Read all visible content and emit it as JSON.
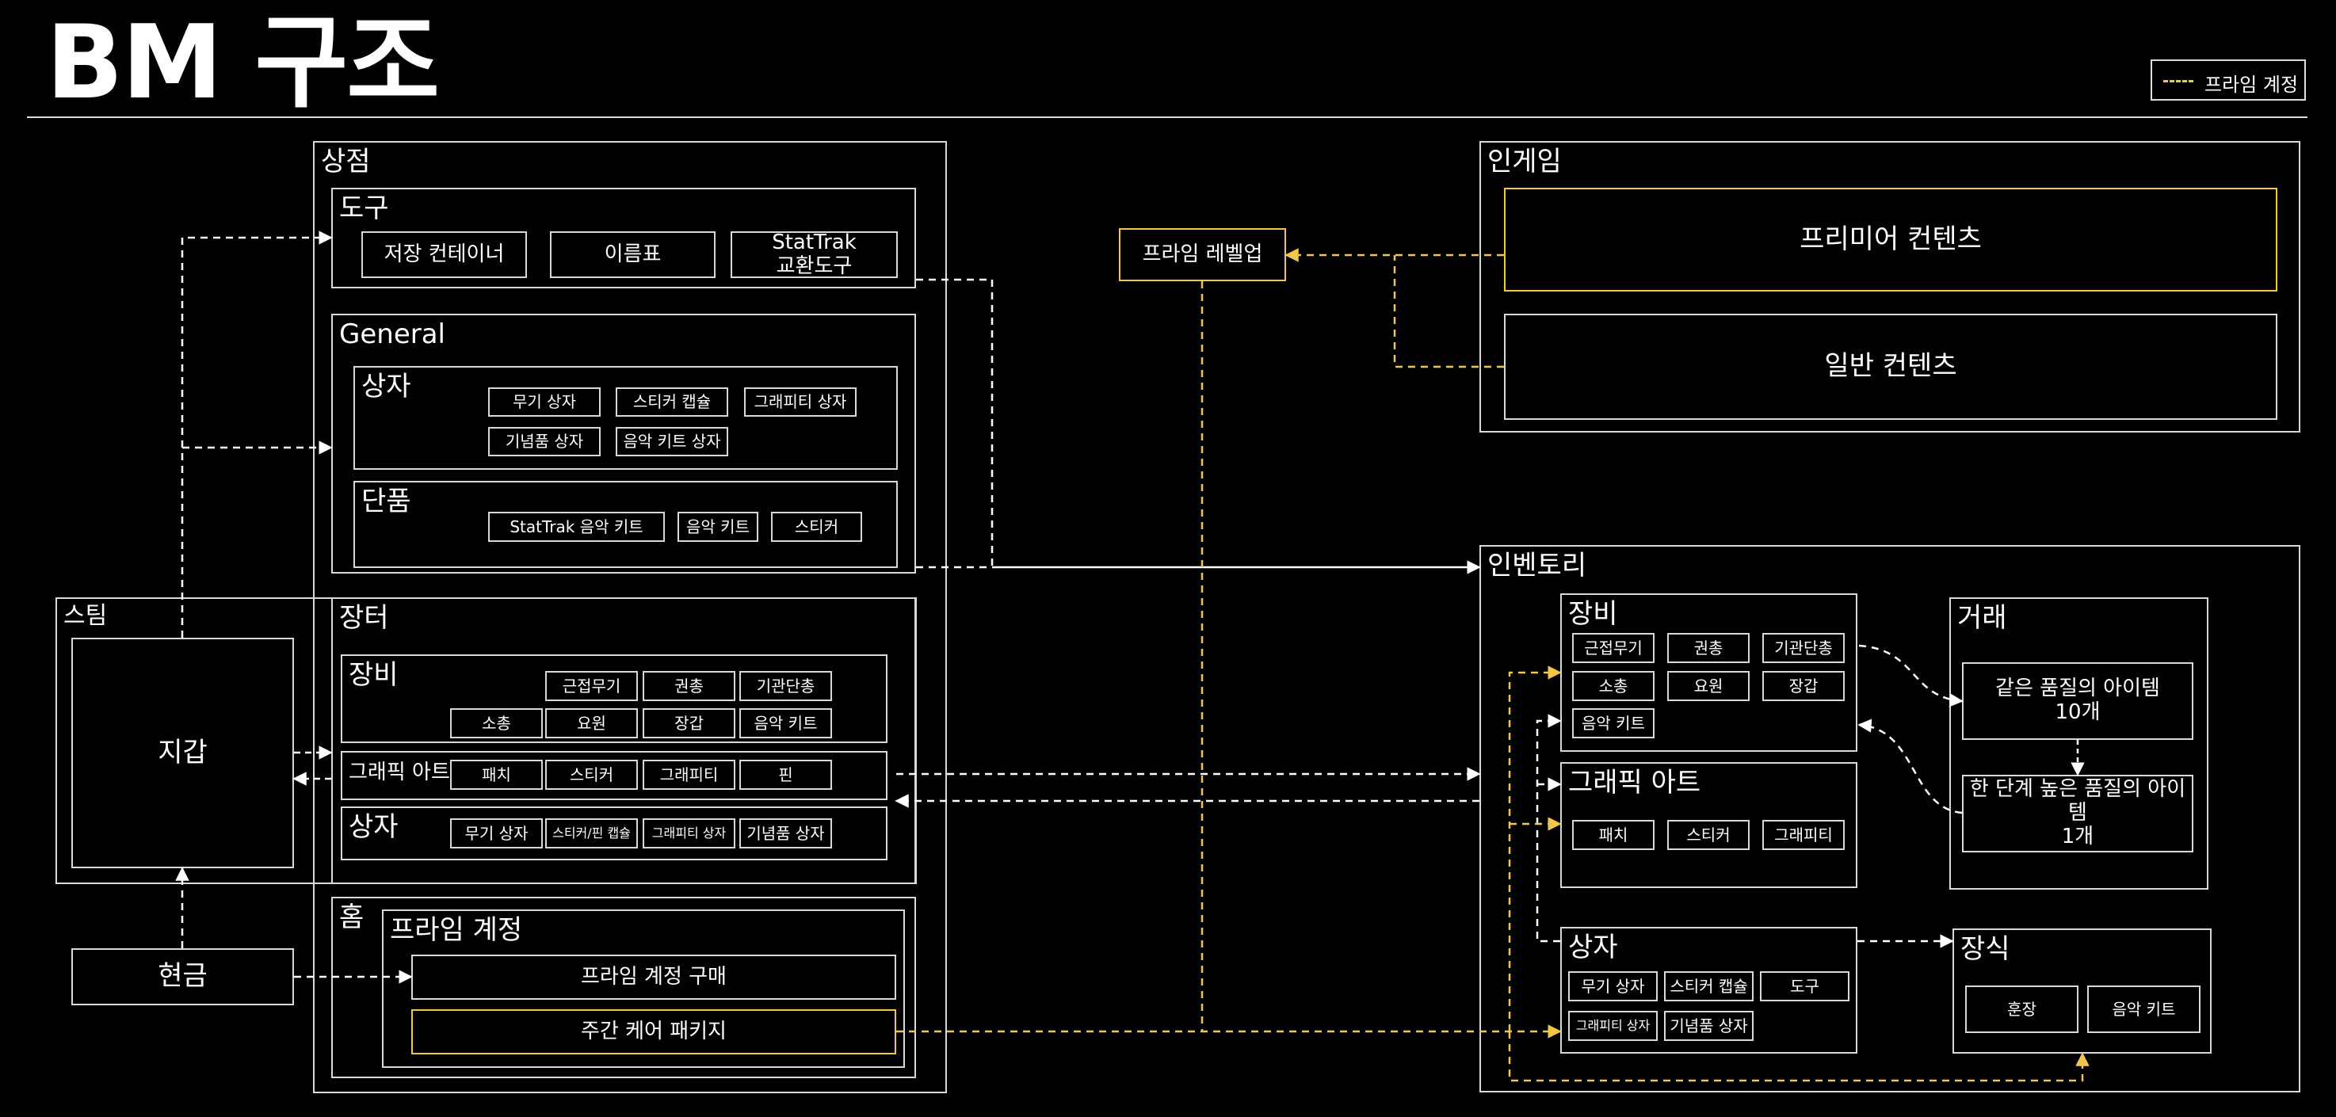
{
  "title": "BM 구조",
  "legend": {
    "label": "프라임 계정",
    "color": "#f3c64b"
  },
  "colors": {
    "normal": "#ffffff",
    "prime": "#f3c64b",
    "border": "#d9d9d9"
  },
  "steam": {
    "label": "스팀",
    "wallet": "지갑",
    "cash": "현금"
  },
  "shop": {
    "label": "상점",
    "tools": {
      "label": "도구",
      "items": [
        "저장 컨테이너",
        "이름표",
        "StatTrak\n교환도구"
      ]
    },
    "general": {
      "label": "General",
      "boxes": {
        "label": "상자",
        "items": [
          "무기 상자",
          "스티커 캡슐",
          "그래피티 상자",
          "기념품 상자",
          "음악 키트 상자"
        ]
      },
      "singles": {
        "label": "단품",
        "items": [
          "StatTrak 음악 키트",
          "음악 키트",
          "스티커"
        ]
      }
    },
    "market": {
      "label": "장터",
      "equip": {
        "label": "장비",
        "items": [
          "근접무기",
          "권총",
          "기관단총",
          "소총",
          "요원",
          "장갑",
          "음악 키트"
        ]
      },
      "graphic": {
        "label": "그래픽 아트",
        "items": [
          "패치",
          "스티커",
          "그래피티",
          "핀"
        ]
      },
      "boxes": {
        "label": "상자",
        "items": [
          "무기 상자",
          "스티커/핀 캡슐",
          "그래피티 상자",
          "기념품 상자"
        ]
      }
    },
    "home": {
      "label": "홈",
      "prime": {
        "label": "프라임 계정",
        "buy": "프라임 계정 구매",
        "weekly": "주간 케어 패키지"
      }
    }
  },
  "prime_levelup": "프라임 레벨업",
  "ingame": {
    "label": "인게임",
    "premier": "프리미어 컨텐츠",
    "normal": "일반 컨텐츠"
  },
  "inventory": {
    "label": "인벤토리",
    "equip": {
      "label": "장비",
      "items": [
        "근접무기",
        "권총",
        "기관단총",
        "소총",
        "요원",
        "장갑",
        "음악 키트"
      ]
    },
    "graphic": {
      "label": "그래픽 아트",
      "items": [
        "패치",
        "스티커",
        "그래피티"
      ]
    },
    "boxes": {
      "label": "상자",
      "items": [
        "무기 상자",
        "스티커 캡슐",
        "도구",
        "그래피티 상자",
        "기념품 상자"
      ]
    },
    "trade": {
      "label": "거래",
      "same": "같은 품질의 아이템\n10개",
      "higher": "한 단계 높은 품질의 아이템\n1개"
    },
    "decor": {
      "label": "장식",
      "items": [
        "훈장",
        "음악 키트"
      ]
    }
  }
}
